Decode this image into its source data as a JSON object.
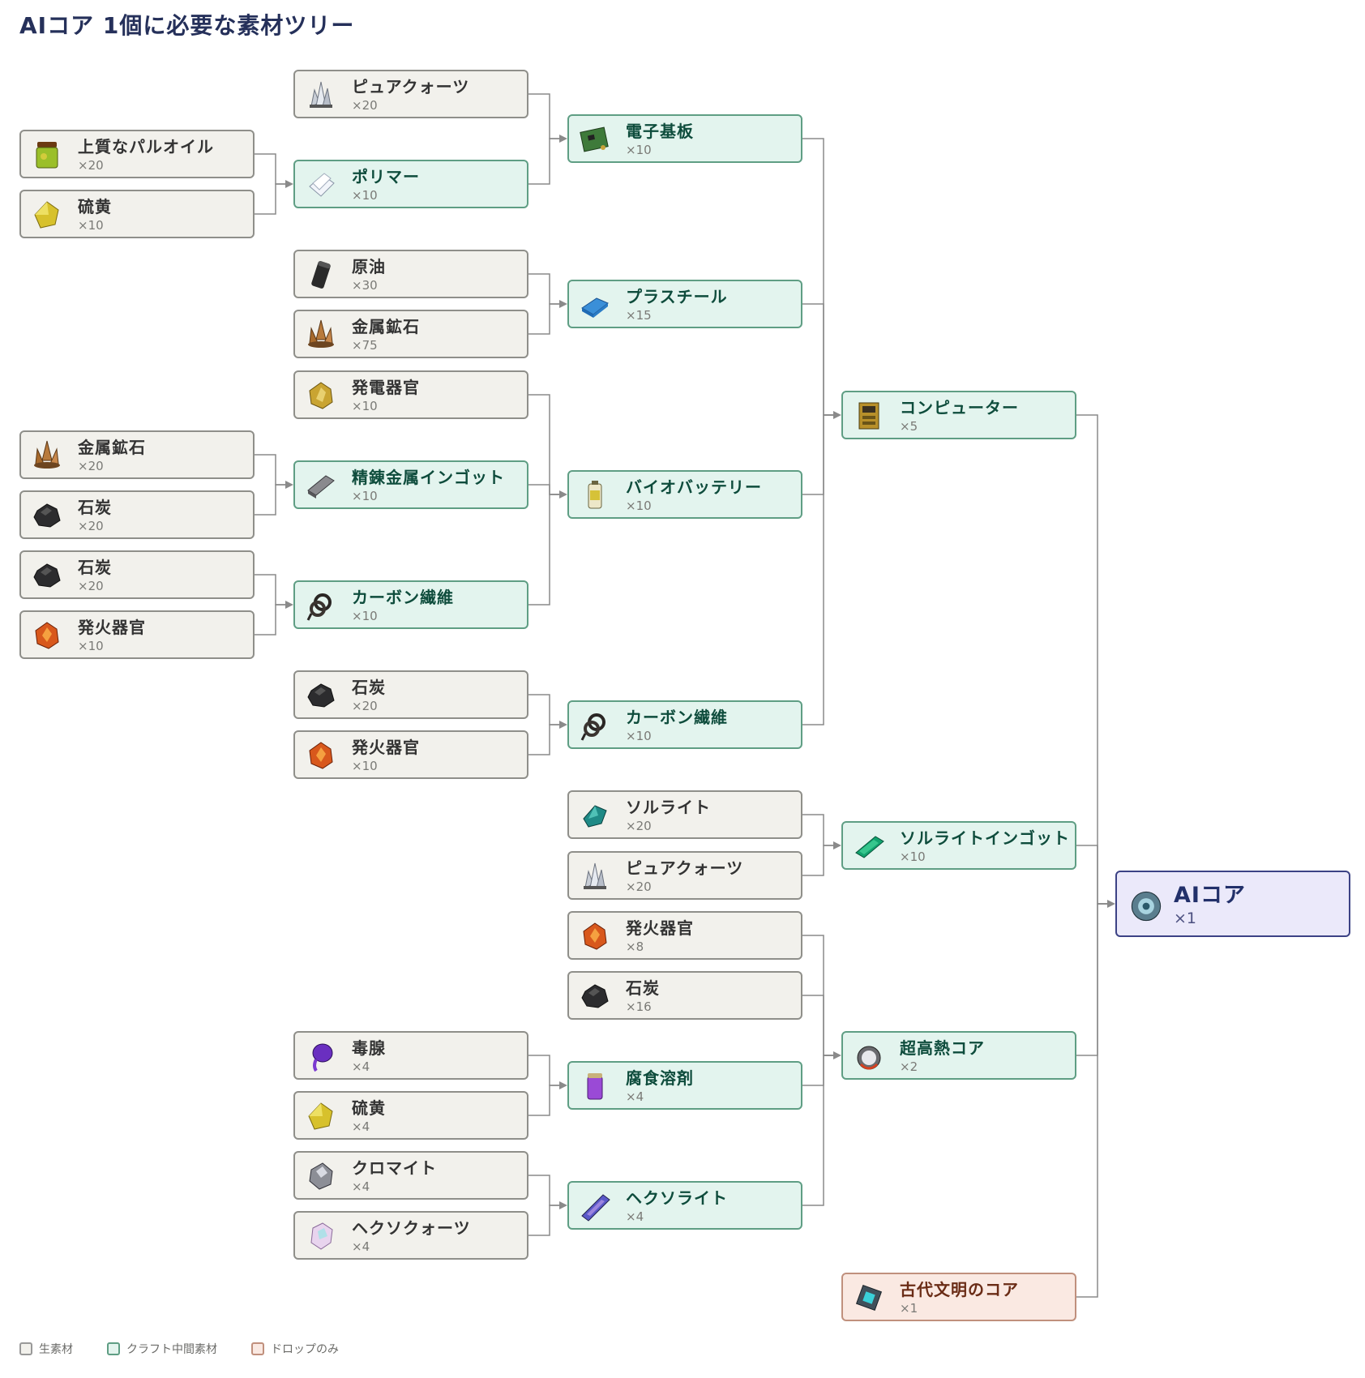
{
  "title": "AIコア 1個に必要な素材ツリー",
  "nodes": {
    "pure_quartz_1": {
      "name": "ピュアクォーツ",
      "qty": "×20",
      "kind": "raw",
      "icon": "crystal-icon"
    },
    "hq_pal_oil": {
      "name": "上質なパルオイル",
      "qty": "×20",
      "kind": "raw",
      "icon": "oil-jar-icon"
    },
    "sulfur_1": {
      "name": "硫黄",
      "qty": "×10",
      "kind": "raw",
      "icon": "sulfur-icon"
    },
    "polymer": {
      "name": "ポリマー",
      "qty": "×10",
      "kind": "craft",
      "icon": "polymer-icon"
    },
    "circuit_board": {
      "name": "電子基板",
      "qty": "×10",
      "kind": "craft",
      "icon": "circuit-board-icon"
    },
    "crude_oil": {
      "name": "原油",
      "qty": "×30",
      "kind": "raw",
      "icon": "oil-barrel-icon"
    },
    "ore_1": {
      "name": "金属鉱石",
      "qty": "×75",
      "kind": "raw",
      "icon": "ore-icon"
    },
    "plasteel": {
      "name": "プラスチール",
      "qty": "×15",
      "kind": "craft",
      "icon": "plasteel-icon"
    },
    "electric_organ": {
      "name": "発電器官",
      "qty": "×10",
      "kind": "raw",
      "icon": "electric-organ-icon"
    },
    "ore_2": {
      "name": "金属鉱石",
      "qty": "×20",
      "kind": "raw",
      "icon": "ore-icon"
    },
    "coal_1": {
      "name": "石炭",
      "qty": "×20",
      "kind": "raw",
      "icon": "coal-icon"
    },
    "ingot": {
      "name": "精錬金属インゴット",
      "qty": "×10",
      "kind": "craft",
      "icon": "ingot-icon"
    },
    "coal_2": {
      "name": "石炭",
      "qty": "×20",
      "kind": "raw",
      "icon": "coal-icon"
    },
    "flame_organ_1": {
      "name": "発火器官",
      "qty": "×10",
      "kind": "raw",
      "icon": "flame-organ-icon"
    },
    "carbon_1": {
      "name": "カーボン繊維",
      "qty": "×10",
      "kind": "craft",
      "icon": "carbon-fiber-icon"
    },
    "bio_battery": {
      "name": "バイオバッテリー",
      "qty": "×10",
      "kind": "craft",
      "icon": "battery-icon"
    },
    "coal_3": {
      "name": "石炭",
      "qty": "×20",
      "kind": "raw",
      "icon": "coal-icon"
    },
    "flame_organ_2": {
      "name": "発火器官",
      "qty": "×10",
      "kind": "raw",
      "icon": "flame-organ-icon"
    },
    "carbon_2": {
      "name": "カーボン繊維",
      "qty": "×10",
      "kind": "craft",
      "icon": "carbon-fiber-icon"
    },
    "computer": {
      "name": "コンピューター",
      "qty": "×5",
      "kind": "craft",
      "icon": "computer-icon"
    },
    "sollite": {
      "name": "ソルライト",
      "qty": "×20",
      "kind": "raw",
      "icon": "sollite-icon"
    },
    "pure_quartz_2": {
      "name": "ピュアクォーツ",
      "qty": "×20",
      "kind": "raw",
      "icon": "crystal-icon"
    },
    "sollite_ingot": {
      "name": "ソルライトインゴット",
      "qty": "×10",
      "kind": "craft",
      "icon": "sollite-ingot-icon"
    },
    "flame_organ_3": {
      "name": "発火器官",
      "qty": "×8",
      "kind": "raw",
      "icon": "flame-organ-icon"
    },
    "coal_4": {
      "name": "石炭",
      "qty": "×16",
      "kind": "raw",
      "icon": "coal-icon"
    },
    "poison_gland": {
      "name": "毒腺",
      "qty": "×4",
      "kind": "raw",
      "icon": "poison-gland-icon"
    },
    "sulfur_2": {
      "name": "硫黄",
      "qty": "×4",
      "kind": "raw",
      "icon": "sulfur-icon"
    },
    "corrosive": {
      "name": "腐食溶剤",
      "qty": "×4",
      "kind": "craft",
      "icon": "solvent-jar-icon"
    },
    "superheat_core": {
      "name": "超高熱コア",
      "qty": "×2",
      "kind": "craft",
      "icon": "heat-core-icon"
    },
    "chromite": {
      "name": "クロマイト",
      "qty": "×4",
      "kind": "raw",
      "icon": "chromite-icon"
    },
    "hexo_quartz": {
      "name": "ヘクソクォーツ",
      "qty": "×4",
      "kind": "raw",
      "icon": "hexo-quartz-icon"
    },
    "hexolite": {
      "name": "ヘクソライト",
      "qty": "×4",
      "kind": "craft",
      "icon": "hexolite-icon"
    },
    "ancient_core": {
      "name": "古代文明のコア",
      "qty": "×1",
      "kind": "drop",
      "icon": "ancient-core-icon"
    },
    "ai_core": {
      "name": "AIコア",
      "qty": "×1",
      "kind": "final",
      "icon": "ai-core-icon"
    }
  },
  "edges": [
    [
      "pure_quartz_1",
      "circuit_board"
    ],
    [
      "polymer",
      "circuit_board"
    ],
    [
      "hq_pal_oil",
      "polymer"
    ],
    [
      "sulfur_1",
      "polymer"
    ],
    [
      "crude_oil",
      "plasteel"
    ],
    [
      "ore_1",
      "plasteel"
    ],
    [
      "ore_2",
      "ingot"
    ],
    [
      "coal_1",
      "ingot"
    ],
    [
      "coal_2",
      "carbon_1"
    ],
    [
      "flame_organ_1",
      "carbon_1"
    ],
    [
      "electric_organ",
      "bio_battery"
    ],
    [
      "ingot",
      "bio_battery"
    ],
    [
      "carbon_1",
      "bio_battery"
    ],
    [
      "coal_3",
      "carbon_2"
    ],
    [
      "flame_organ_2",
      "carbon_2"
    ],
    [
      "circuit_board",
      "computer"
    ],
    [
      "plasteel",
      "computer"
    ],
    [
      "bio_battery",
      "computer"
    ],
    [
      "carbon_2",
      "computer"
    ],
    [
      "sollite",
      "sollite_ingot"
    ],
    [
      "pure_quartz_2",
      "sollite_ingot"
    ],
    [
      "poison_gland",
      "corrosive"
    ],
    [
      "sulfur_2",
      "corrosive"
    ],
    [
      "chromite",
      "hexolite"
    ],
    [
      "hexo_quartz",
      "hexolite"
    ],
    [
      "flame_organ_3",
      "superheat_core"
    ],
    [
      "coal_4",
      "superheat_core"
    ],
    [
      "corrosive",
      "superheat_core"
    ],
    [
      "hexolite",
      "superheat_core"
    ],
    [
      "computer",
      "ai_core"
    ],
    [
      "sollite_ingot",
      "ai_core"
    ],
    [
      "superheat_core",
      "ai_core"
    ],
    [
      "ancient_core",
      "ai_core"
    ]
  ],
  "legend": [
    {
      "label": "生素材",
      "kind": "raw"
    },
    {
      "label": "クラフト中間素材",
      "kind": "craft"
    },
    {
      "label": "ドロップのみ",
      "kind": "drop"
    }
  ],
  "colors": {
    "raw": "#f2f1ec",
    "craft": "#e3f4ee",
    "drop": "#fae9e2",
    "final": "#ebe9fa",
    "edge": "#8a8a8a"
  }
}
